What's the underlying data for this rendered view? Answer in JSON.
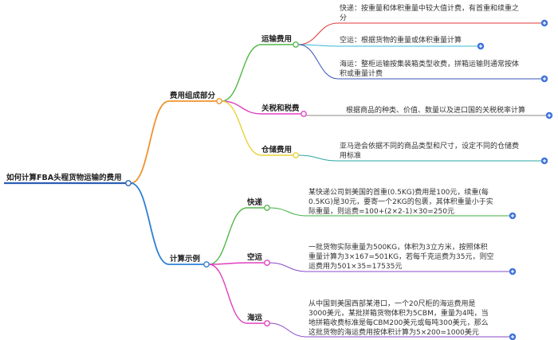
{
  "root": {
    "label": "如何计算FBA头程货物运输的费用"
  },
  "branches": [
    {
      "label": "费用组成部分",
      "children": [
        {
          "label": "运输费用",
          "leaves": [
            {
              "lines": [
                "快递：按重量和体积重量中较大值计费，有首重和续重之",
                "分"
              ]
            },
            {
              "lines": [
                "空运：根据货物的重量或体积重量计算"
              ]
            },
            {
              "lines": [
                "海运：整柜运输按集装箱类型收费，拼箱运输则通常按体",
                "积或重量计费"
              ]
            }
          ]
        },
        {
          "label": "关税和税费",
          "leaves": [
            {
              "lines": [
                "根据商品的种类、价值、数量以及进口国的关税税率计算"
              ]
            }
          ]
        },
        {
          "label": "仓储费用",
          "leaves": [
            {
              "lines": [
                "亚马逊会依据不同的商品类型和尺寸，设定不同的仓储费",
                "用标准"
              ]
            }
          ]
        }
      ]
    },
    {
      "label": "计算示例",
      "children": [
        {
          "label": "快递",
          "leaves": [
            {
              "lines": [
                "某快递公司到美国的首重(0.5KG)费用是100元，续重(每",
                "0.5KG)是30元，要寄一个2KG的包裹，其体积重量小于实",
                "际重量，则运费=100+(2×2-1)×30=250元"
              ]
            }
          ]
        },
        {
          "label": "空运",
          "leaves": [
            {
              "lines": [
                "一批货物实际重量为500KG，体积为3立方米，按照体积",
                "重量计算为3×167=501KG，若每千克运费为35元，则空",
                "运费用为501×35=17535元"
              ]
            }
          ]
        },
        {
          "label": "海运",
          "leaves": [
            {
              "lines": [
                "从中国到美国西部某港口，一个20尺柜的海运费用是",
                "3000美元，某批拼箱货物体积为5CBM，重量为4吨，当",
                "地拼箱收费标准是每CBM200美元或每吨300美元，那么",
                "这批货物的海运费用按体积计算为5×200=1000美元"
              ]
            }
          ]
        }
      ]
    }
  ],
  "colors": {
    "root_line": "#2b5fb3",
    "branch_orange": "#f0922e",
    "branch_blue": "#2f7fd6",
    "sub_green": "#52b848",
    "sub_magenta": "#e040c0",
    "sub_yellow": "#e8d23a",
    "leaf_red": "#e03838",
    "leaf_cyan": "#36b8d8",
    "leaf_navy": "#3a54b8",
    "leaf_gray": "#8a8a8a",
    "leaf_teal": "#2aa6a0",
    "leaf_green": "#3cae40",
    "leaf_purple": "#8a4ac8",
    "plus_button": "#3b6fdc"
  }
}
